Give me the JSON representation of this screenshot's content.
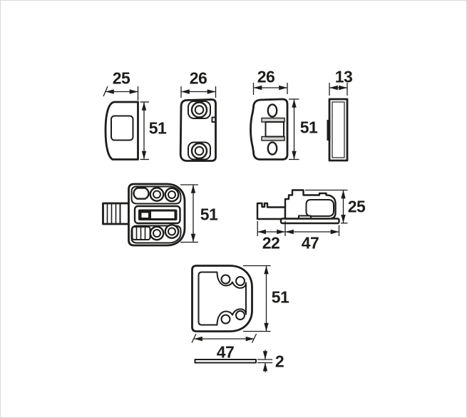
{
  "drawing": {
    "type": "technical-dimension-drawing",
    "units_scale": "mm",
    "colors": {
      "line": "#1d1d1b",
      "dim_text": "#1d1d1b",
      "page_border": "#d9d9d9",
      "background": "#ffffff"
    }
  },
  "dims": {
    "catch_width": "25",
    "catch_height": "51",
    "striker_width": "26",
    "keeper_width": "26",
    "keeper_height": "51",
    "keeper_side_width": "13",
    "body_height": "51",
    "body_side_height": "25",
    "bolt_depth": "22",
    "body_depth": "47",
    "cover_height": "51",
    "cover_width": "47",
    "shim_thickness": "2"
  }
}
